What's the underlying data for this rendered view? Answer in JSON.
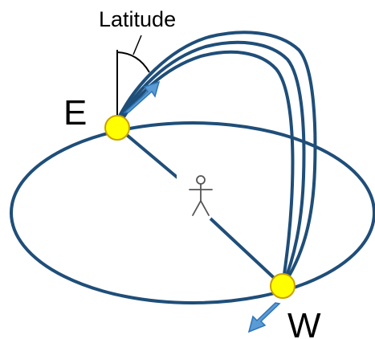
{
  "labels": {
    "latitude": "Latitude",
    "east": "E",
    "west": "W"
  },
  "icons": {
    "observer": "stick-figure-icon",
    "east_sun": "sun-marker-icon",
    "west_sun": "sun-marker-icon",
    "rising_arrow": "arrow-up-right-icon",
    "setting_arrow": "arrow-down-left-icon"
  },
  "colors": {
    "orbit": "#1F4E79",
    "sun_fill": "#FFFF00",
    "sun_stroke": "#C9A000",
    "arrow_fill": "#5B9BD5",
    "arrow_stroke": "#2E75B6",
    "line": "#000000"
  }
}
